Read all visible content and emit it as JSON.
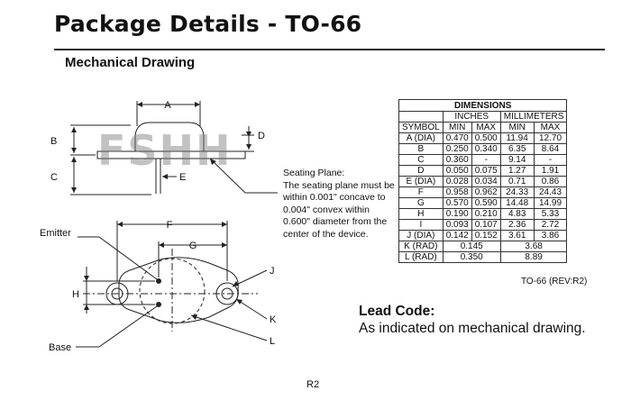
{
  "header": {
    "title": "Package Details - TO-66",
    "subtitle": "Mechanical Drawing"
  },
  "watermark": "FSHH",
  "drawing_labels": {
    "A": "A",
    "B": "B",
    "C": "C",
    "D": "D",
    "E": "E",
    "F": "F",
    "G": "G",
    "H": "H",
    "J": "J",
    "K": "K",
    "L": "L",
    "emitter": "Emitter",
    "base": "Base"
  },
  "seating_plane": {
    "title": "Seating Plane:",
    "lines": [
      "The seating plane must be",
      "within 0.001\" concave to",
      "0.004\" convex within",
      "0.600\" diameter from the",
      "center of the device."
    ]
  },
  "dimensions_table": {
    "title": "DIMENSIONS",
    "group_headers": [
      "INCHES",
      "MILLIMETERS"
    ],
    "column_headers": [
      "SYMBOL",
      "MIN",
      "MAX",
      "MIN",
      "MAX"
    ],
    "rows": [
      {
        "symbol": "A (DIA)",
        "in_min": "0.470",
        "in_max": "0.500",
        "mm_min": "11.94",
        "mm_max": "12.70"
      },
      {
        "symbol": "B",
        "in_min": "0.250",
        "in_max": "0.340",
        "mm_min": "6.35",
        "mm_max": "8.64"
      },
      {
        "symbol": "C",
        "in_min": "0.360",
        "in_max": "-",
        "mm_min": "9.14",
        "mm_max": "-"
      },
      {
        "symbol": "D",
        "in_min": "0.050",
        "in_max": "0.075",
        "mm_min": "1.27",
        "mm_max": "1.91"
      },
      {
        "symbol": "E (DIA)",
        "in_min": "0.028",
        "in_max": "0.034",
        "mm_min": "0.71",
        "mm_max": "0.86"
      },
      {
        "symbol": "F",
        "in_min": "0.958",
        "in_max": "0.962",
        "mm_min": "24.33",
        "mm_max": "24.43"
      },
      {
        "symbol": "G",
        "in_min": "0.570",
        "in_max": "0.590",
        "mm_min": "14.48",
        "mm_max": "14.99"
      },
      {
        "symbol": "H",
        "in_min": "0.190",
        "in_max": "0.210",
        "mm_min": "4.83",
        "mm_max": "5.33"
      },
      {
        "symbol": "I",
        "in_min": "0.093",
        "in_max": "0.107",
        "mm_min": "2.36",
        "mm_max": "2.72"
      },
      {
        "symbol": "J (DIA)",
        "in_min": "0.142",
        "in_max": "0.152",
        "mm_min": "3.61",
        "mm_max": "3.86"
      }
    ],
    "rad_rows": [
      {
        "symbol": "K (RAD)",
        "inches": "0.145",
        "mm": "3.68"
      },
      {
        "symbol": "L (RAD)",
        "inches": "0.350",
        "mm": "8.89"
      }
    ],
    "revision": "TO-66 (REV:R2)"
  },
  "lead_code": {
    "title": "Lead Code:",
    "text": "As indicated on mechanical drawing."
  },
  "footer": {
    "page": "R2"
  }
}
